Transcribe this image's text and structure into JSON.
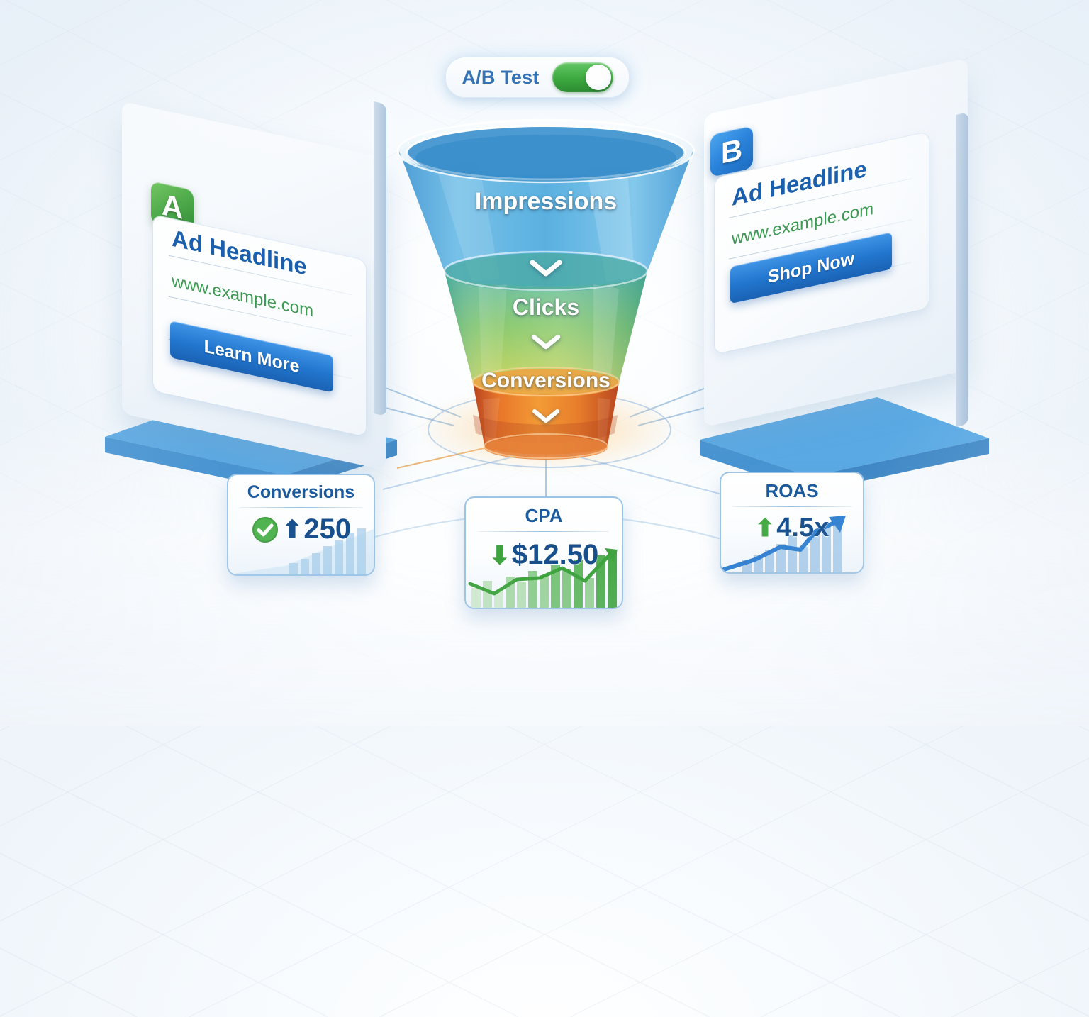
{
  "header": {
    "toggle_label": "A/B Test",
    "toggle_state": "on",
    "toggle_icon": "toggle-switch-on"
  },
  "variants": [
    {
      "id": "A",
      "badge_label": "A",
      "badge_color": "#3f9a3f",
      "headline": "Ad Headline",
      "url": "www.example.com",
      "cta_label": "Learn More",
      "cta_color": "#2276ce"
    },
    {
      "id": "B",
      "badge_label": "B",
      "badge_color": "#2b84db",
      "headline": "Ad Headline",
      "url": "www.example.com",
      "cta_label": "Shop Now",
      "cta_color": "#2276ce"
    }
  ],
  "funnel": {
    "stages": [
      {
        "label": "Impressions",
        "color": "#4a9fd8"
      },
      {
        "label": "Clicks",
        "color": "#7ab648"
      },
      {
        "label": "Conversions",
        "color": "#e8862b"
      }
    ],
    "arrow_icon": "chevron-down-icon"
  },
  "metrics": [
    {
      "title": "Conversions",
      "value": "250",
      "trend": "up",
      "trend_icon": "arrow-up-icon",
      "status_icon": "check-circle-icon",
      "status_color": "#45ab45",
      "spark_color": "#8bbde4",
      "spark_type": "bar",
      "spark_values": [
        8,
        14,
        20,
        27,
        34,
        42,
        52,
        62
      ]
    },
    {
      "title": "CPA",
      "value": "$12.50",
      "trend": "down",
      "trend_icon": "arrow-down-icon",
      "status_icon": "",
      "status_color": "#45ab45",
      "spark_color": "#5cb85c",
      "spark_type": "bar-line",
      "spark_values": [
        18,
        24,
        14,
        30,
        26,
        38,
        34,
        48,
        44,
        58,
        30,
        66,
        74
      ]
    },
    {
      "title": "ROAS",
      "value": "4.5x",
      "trend": "up",
      "trend_icon": "arrow-up-icon",
      "status_icon": "",
      "status_color": "#45ab45",
      "spark_color": "#2f7fd0",
      "spark_type": "bar-line",
      "spark_values": [
        10,
        16,
        22,
        30,
        38,
        52,
        34,
        60,
        72,
        86
      ]
    }
  ],
  "chart_data": {
    "type": "bar",
    "title": "Ad A/B Test Funnel",
    "categories": [
      "Impressions",
      "Clicks",
      "Conversions"
    ],
    "values": [
      100,
      55,
      18
    ],
    "xlabel": "",
    "ylabel": "",
    "annotations": [
      "Conversions 250",
      "CPA $12.50",
      "ROAS 4.5x"
    ]
  }
}
